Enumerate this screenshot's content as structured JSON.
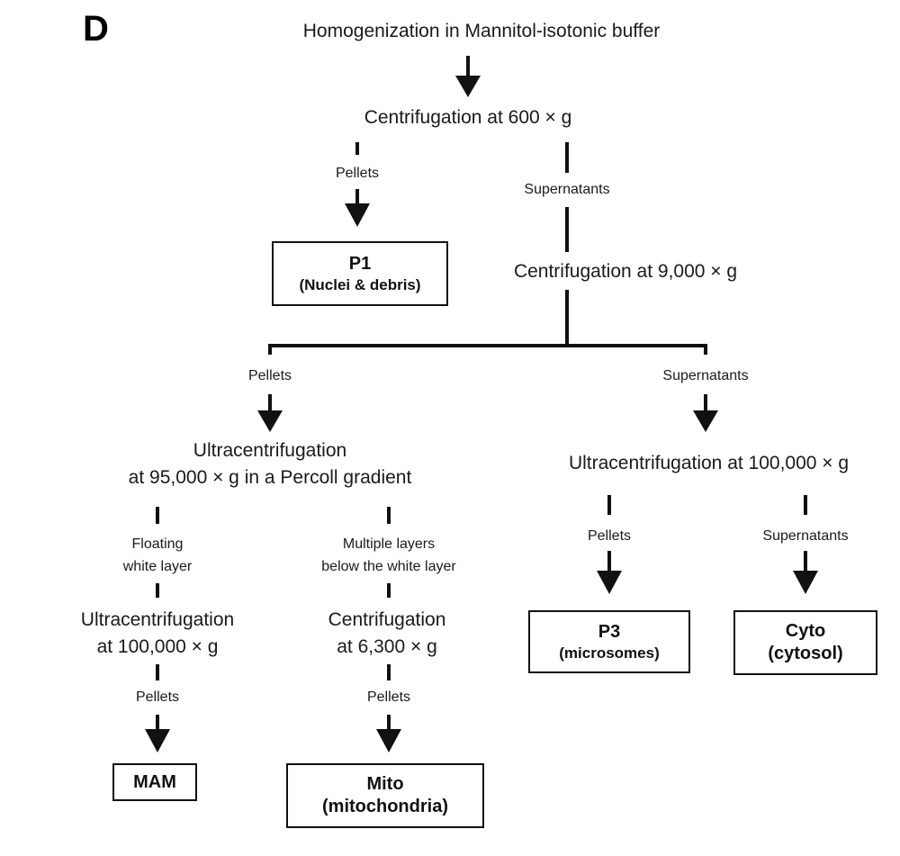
{
  "panel_label": "D",
  "nodes": {
    "homogenization": "Homogenization in Mannitol-isotonic buffer",
    "centrifugation_600": "Centrifugation at 600 × g",
    "pellets_1": "Pellets",
    "supernatants_1": "Supernatants",
    "p1": {
      "title": "P1",
      "subtitle": "(Nuclei & debris)"
    },
    "centrifugation_9000": "Centrifugation at 9,000 × g",
    "pellets_2": "Pellets",
    "supernatants_2": "Supernatants",
    "ultra_95000": [
      "Ultracentrifugation",
      "at 95,000 × g in a Percoll gradient"
    ],
    "ultra_100000_right": "Ultracentrifugation at 100,000 × g",
    "floating_white": [
      "Floating",
      "white layer"
    ],
    "multiple_layers": [
      "Multiple layers",
      "below the white layer"
    ],
    "ultra_100000_left": [
      "Ultracentrifugation",
      "at 100,000 × g"
    ],
    "centrifugation_6300": [
      "Centrifugation",
      "at 6,300 × g"
    ],
    "pellets_3": "Pellets",
    "pellets_4": "Pellets",
    "pellets_5": "Pellets",
    "supernatants_3": "Supernatants",
    "mam": {
      "title": "MAM"
    },
    "mito": {
      "title": "Mito",
      "subtitle": "(mitochondria)"
    },
    "p3": {
      "title": "P3",
      "subtitle": "(microsomes)"
    },
    "cyto": {
      "title": "Cyto",
      "subtitle": "(cytosol)"
    }
  }
}
